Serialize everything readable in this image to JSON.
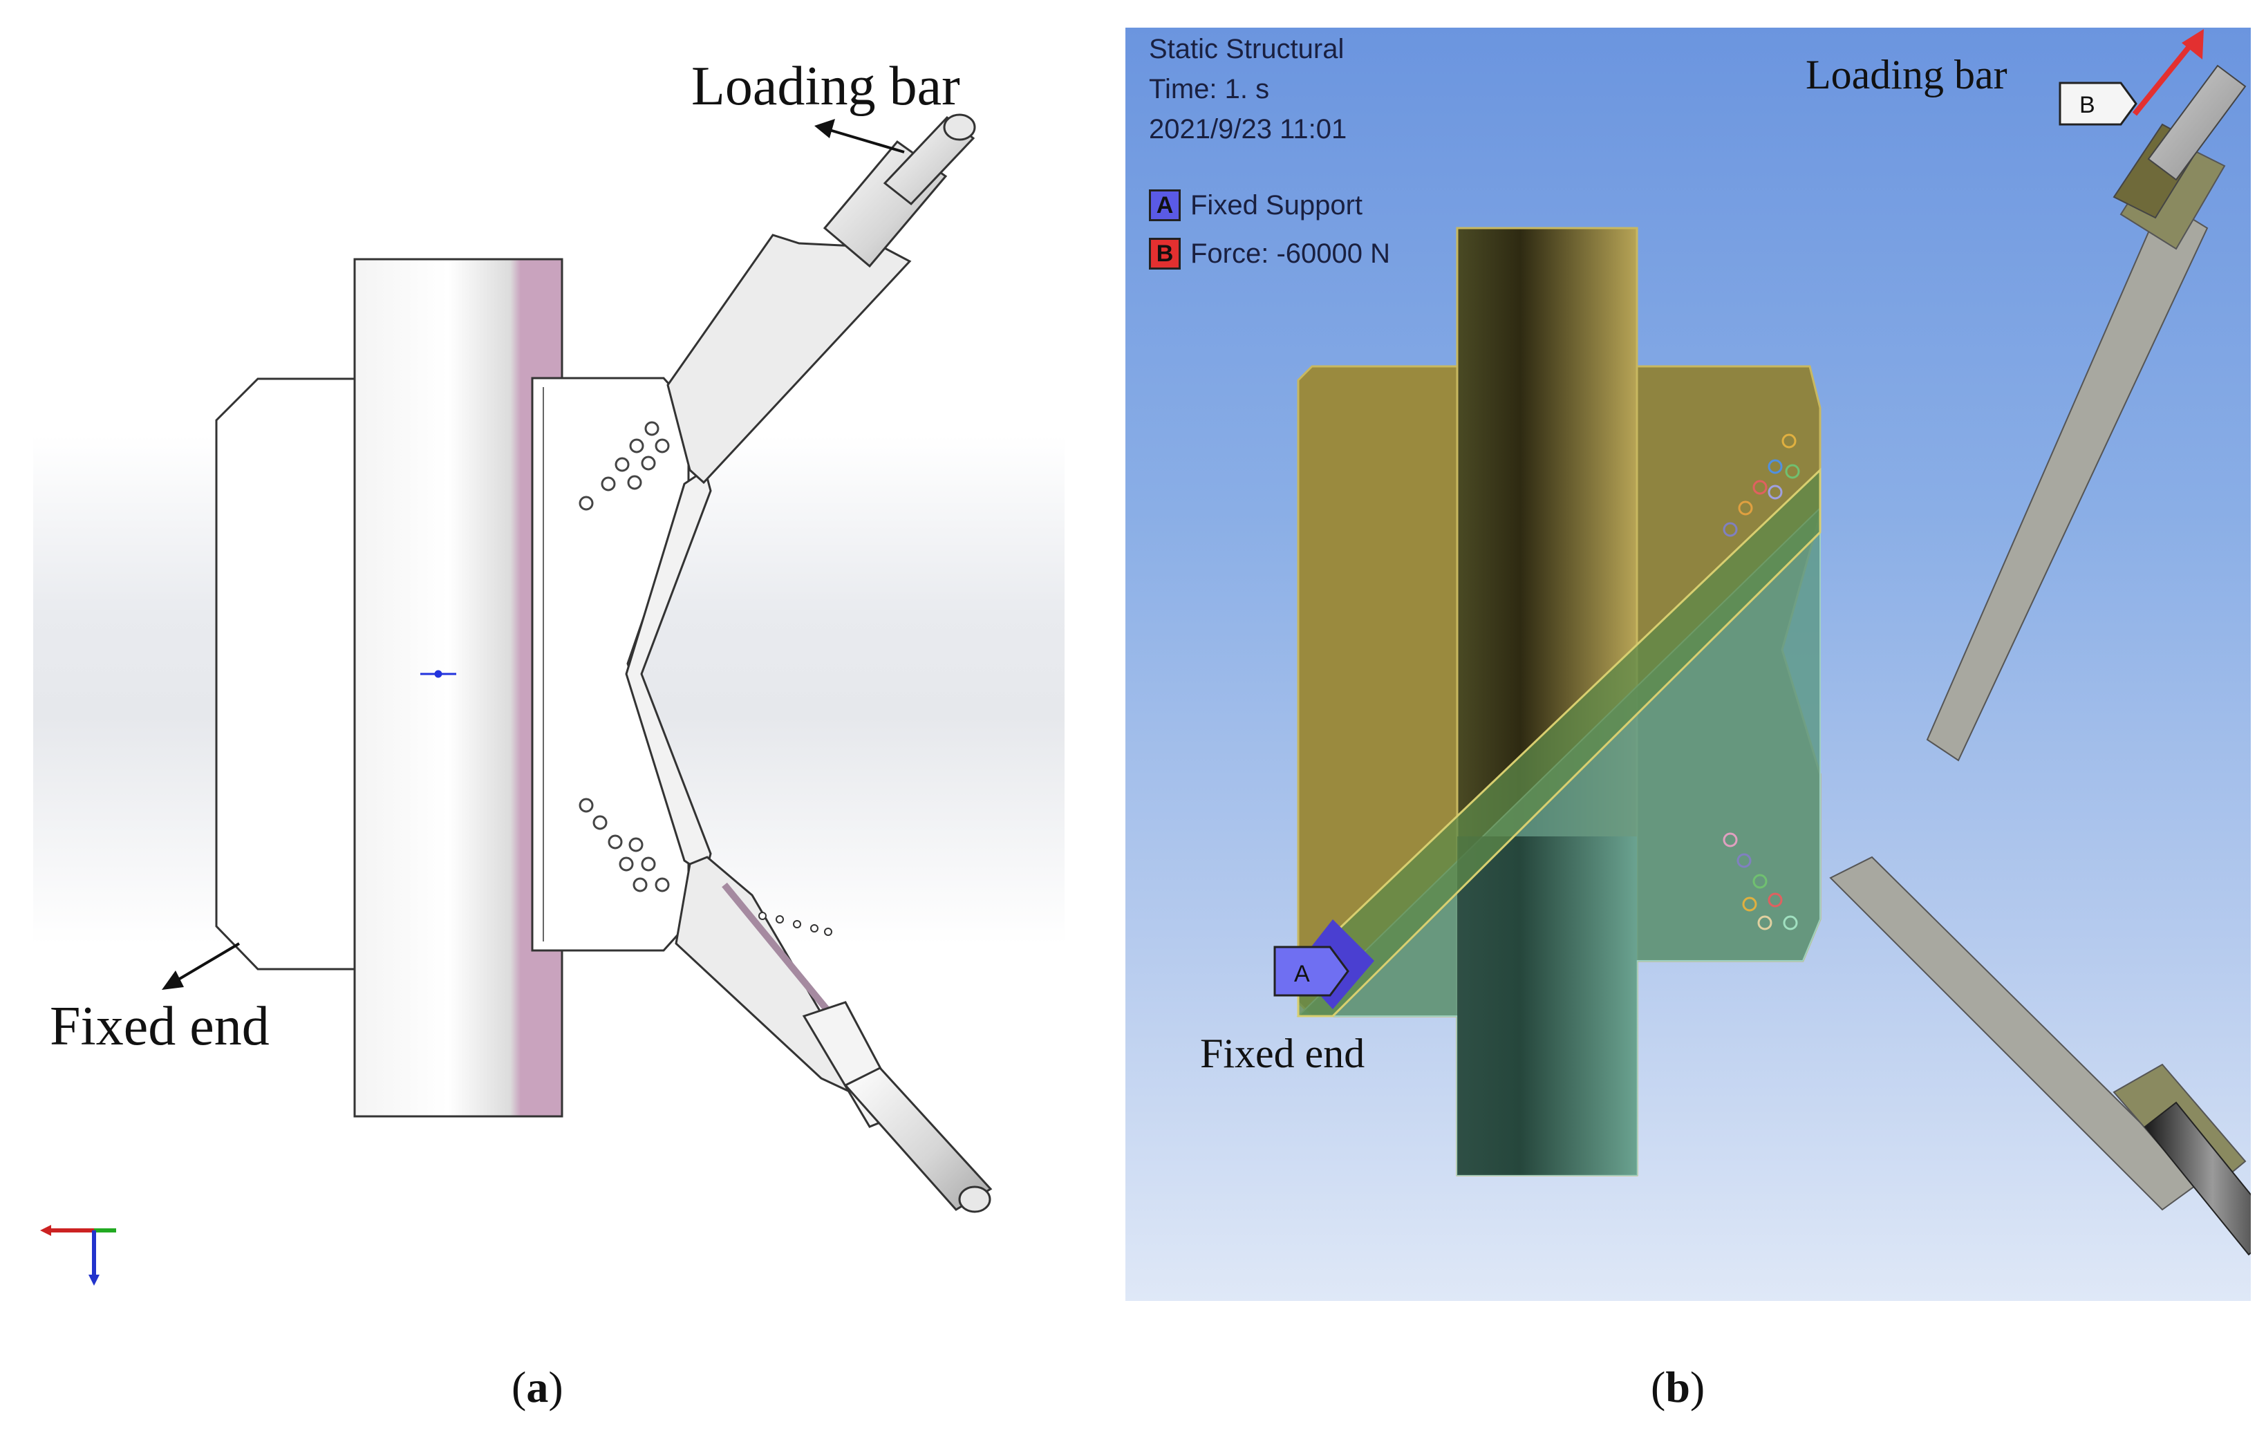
{
  "panel_a": {
    "loading_bar_label": "Loading bar",
    "fixed_end_label": "Fixed end",
    "caption_letter": "a"
  },
  "panel_b": {
    "analysis_title": "Static Structural",
    "time": "Time: 1. s",
    "date": "2021/9/23 11:01",
    "legend": [
      {
        "letter": "A",
        "text": "Fixed Support",
        "color": "#5a5ae6"
      },
      {
        "letter": "B",
        "text": "Force: -60000 N",
        "color": "#e33030"
      }
    ],
    "tag_a": "A",
    "tag_b": "B",
    "loading_bar_label": "Loading bar",
    "fixed_end_label": "Fixed end",
    "caption_letter": "b"
  },
  "colors": {
    "tube_pink": "#c9a3be",
    "plate_olive": "#9a8a3e",
    "plate_teal": "#5f9a8a",
    "force_red": "#e33030",
    "support_blue": "#4a3fd1"
  }
}
